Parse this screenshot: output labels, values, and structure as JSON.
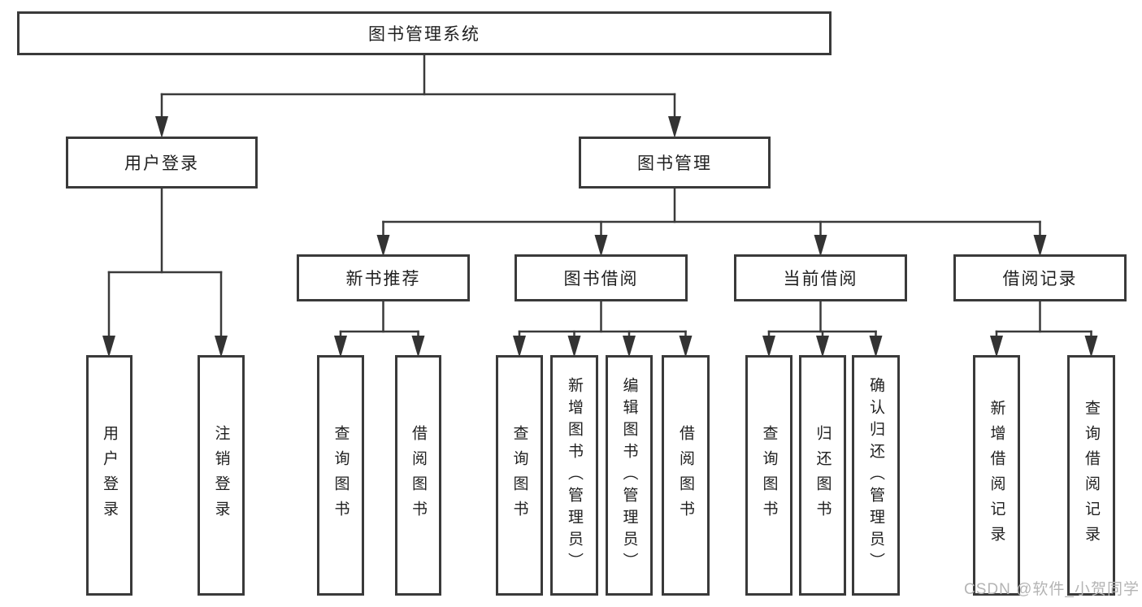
{
  "tree": {
    "label": "图书管理系统",
    "children": [
      {
        "label": "用户登录",
        "children": [
          {
            "label": "用户登录"
          },
          {
            "label": "注销登录"
          }
        ]
      },
      {
        "label": "图书管理",
        "children": [
          {
            "label": "新书推荐",
            "children": [
              {
                "label": "查询图书"
              },
              {
                "label": "借阅图书"
              }
            ]
          },
          {
            "label": "图书借阅",
            "children": [
              {
                "label": "查询图书"
              },
              {
                "label": "新增图书（管理员）"
              },
              {
                "label": "编辑图书（管理员）"
              },
              {
                "label": "借阅图书"
              }
            ]
          },
          {
            "label": "当前借阅",
            "children": [
              {
                "label": "查询图书"
              },
              {
                "label": "归还图书"
              },
              {
                "label": "确认归还（管理员）"
              }
            ]
          },
          {
            "label": "借阅记录",
            "children": [
              {
                "label": "新增借阅记录"
              },
              {
                "label": "查询借阅记录"
              }
            ]
          }
        ]
      }
    ]
  },
  "watermark": {
    "text": "CSDN @软件_小贺同学"
  },
  "colors": {
    "line": "#3a3a3a",
    "text": "#1f1f1f",
    "background": "#ffffff",
    "watermark": "#b4b4b4"
  }
}
